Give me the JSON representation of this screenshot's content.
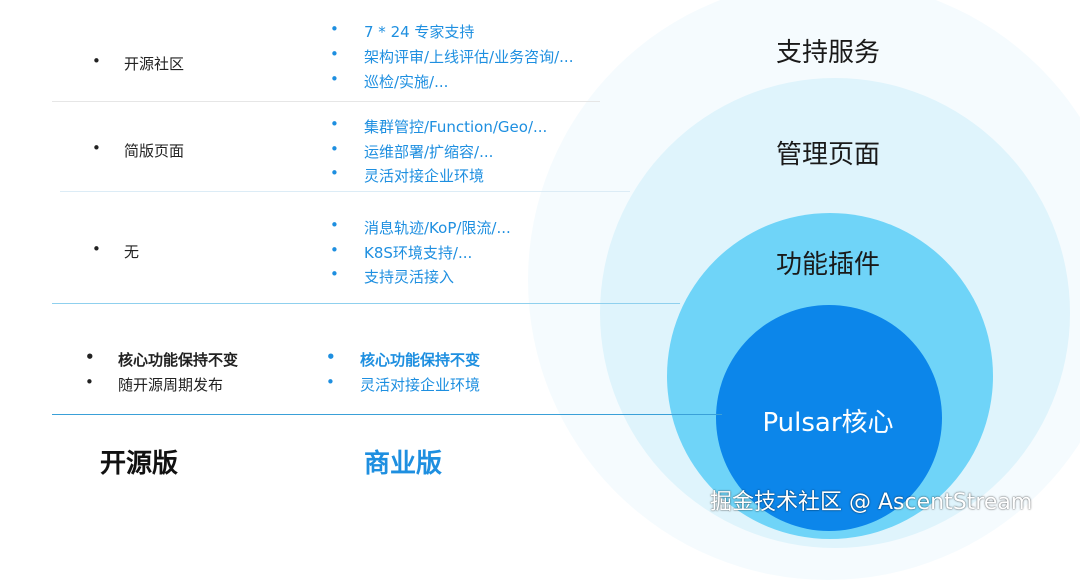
{
  "layers": {
    "support": "支持服务",
    "management": "管理页面",
    "plugins": "功能插件",
    "core": "Pulsar核心"
  },
  "rows": [
    {
      "open_source": [
        "开源社区"
      ],
      "commercial": [
        "7 * 24 专家支持",
        "架构评审/上线评估/业务咨询/...",
        "巡检/实施/..."
      ]
    },
    {
      "open_source": [
        "简版页面"
      ],
      "commercial": [
        "集群管控/Function/Geo/...",
        "运维部署/扩缩容/...",
        "灵活对接企业环境"
      ]
    },
    {
      "open_source": [
        "无"
      ],
      "commercial": [
        "消息轨迹/KoP/限流/...",
        "K8S环境支持/...",
        "支持灵活接入"
      ]
    },
    {
      "open_source": [
        "核心功能保持不变",
        "随开源周期发布"
      ],
      "commercial": [
        "核心功能保持不变",
        "灵活对接企业环境"
      ]
    }
  ],
  "columns": {
    "open_source": "开源版",
    "commercial": "商业版"
  },
  "watermark": "掘金技术社区 @ AscentStream",
  "colors": {
    "accent": "#1e8fe0",
    "core": "#0c86ea",
    "plugins": "#6fd4f8",
    "management": "#dff4fc",
    "support": "#f5fbfe"
  }
}
